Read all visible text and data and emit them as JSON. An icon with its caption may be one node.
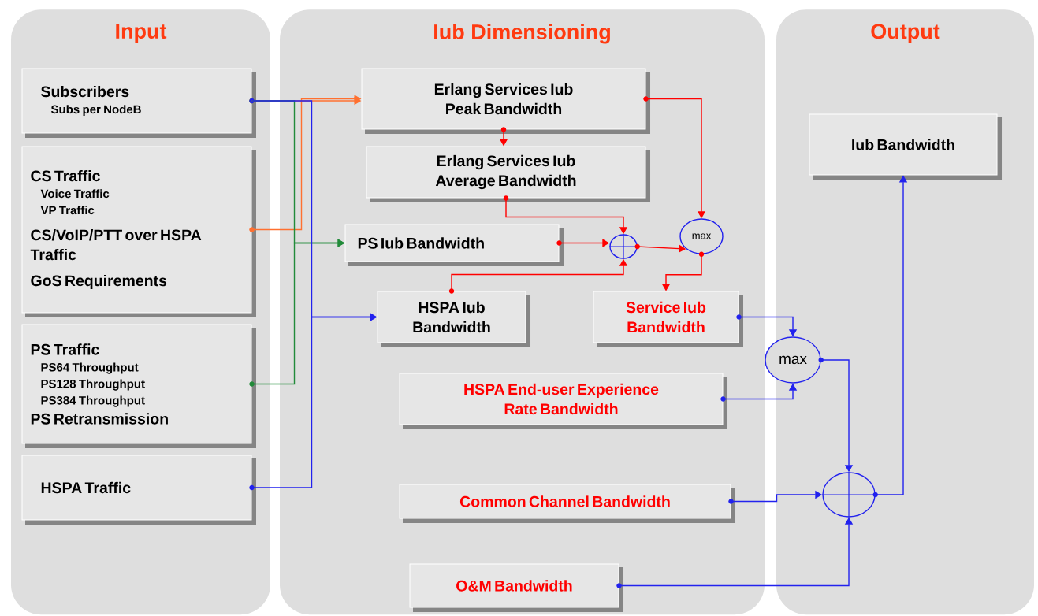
{
  "diagram": {
    "nodes": [
      {
        "text": [
          "Input"
        ]
      },
      {
        "text": [
          "Subscribers",
          "Subs per NodeB"
        ],
        "in": 0
      },
      {
        "text": [
          "CS Traffic",
          "Voice Traffic",
          "VP Traffic",
          "CS/VoIP/PTT over HSPA Traffic",
          "GoS Requirements"
        ],
        "in": 0
      },
      {
        "text": [
          "PS Traffic",
          "PS64 Throughput",
          "PS128 Throughput",
          "PS384 Throughput",
          "PS Retransmission"
        ],
        "in": 0
      },
      {
        "text": [
          "HSPA Traffic"
        ],
        "in": 0
      },
      {
        "text": [
          "Iub Dimensioning"
        ]
      },
      {
        "text": [
          "Erlang Services Iub Peak Bandwidth"
        ],
        "in": 5
      },
      {
        "text": [
          "Erlang Services Iub Average Bandwidth"
        ],
        "in": 5
      },
      {
        "text": [
          "PS Iub Bandwidth"
        ],
        "in": 5
      },
      {
        "text": [
          "HSPA Iub Bandwidth"
        ],
        "in": 5
      },
      {
        "text": [],
        "shape": "circle",
        "in": 5
      },
      {
        "text": [
          "max"
        ],
        "in": 5
      },
      {
        "text": [
          "Service Iub Bandwidth"
        ],
        "in": 5
      },
      {
        "text": [
          "max"
        ]
      },
      {
        "text": [
          "HSPA End-user Experience Rate Bandwidth"
        ],
        "in": 5
      },
      {
        "text": [
          "Common Channel Bandwidth"
        ],
        "in": 5
      },
      {
        "text": [
          "O&M Bandwidth"
        ],
        "in": 5
      },
      {
        "text": [
          "Output"
        ]
      },
      {
        "text": [
          "Iub Bandwidth"
        ],
        "in": 17
      },
      {
        "text": [],
        "shape": "circle",
        "in": 17
      }
    ],
    "edges": [
      {
        "from": 1,
        "to": 6,
        "arrow": "to",
        "color": "#ff7030"
      },
      {
        "from": 2,
        "to": 6,
        "arrow": "to",
        "color": "#ff7030"
      },
      {
        "from": 1,
        "to": 8,
        "arrow": "to",
        "color": "#228b3a"
      },
      {
        "from": 3,
        "to": 8,
        "arrow": "to",
        "color": "#228b3a"
      },
      {
        "from": 1,
        "to": 9,
        "arrow": "to"
      },
      {
        "from": 4,
        "to": 9,
        "arrow": "to"
      },
      {
        "from": 6,
        "to": 7,
        "arrow": "to",
        "color": "#ff0000"
      },
      {
        "from": 7,
        "to": 10,
        "arrow": "to",
        "color": "#ff0000"
      },
      {
        "from": 8,
        "to": 10,
        "arrow": "to",
        "color": "#ff0000"
      },
      {
        "from": 9,
        "to": 10,
        "arrow": "to",
        "color": "#ff0000"
      },
      {
        "from": 6,
        "to": 11,
        "arrow": "to",
        "color": "#ff0000"
      },
      {
        "from": 10,
        "to": 11,
        "arrow": "to",
        "color": "#ff0000"
      },
      {
        "from": 11,
        "to": 12,
        "arrow": "to",
        "color": "#ff0000"
      },
      {
        "from": 12,
        "to": 13,
        "arrow": "to"
      },
      {
        "from": 14,
        "to": 13,
        "arrow": "to"
      },
      {
        "from": 13,
        "to": 19,
        "arrow": "to"
      },
      {
        "from": 15,
        "to": 19,
        "arrow": "to"
      },
      {
        "from": 16,
        "to": 19,
        "arrow": "to"
      },
      {
        "from": 19,
        "to": 18,
        "arrow": "to"
      }
    ]
  }
}
